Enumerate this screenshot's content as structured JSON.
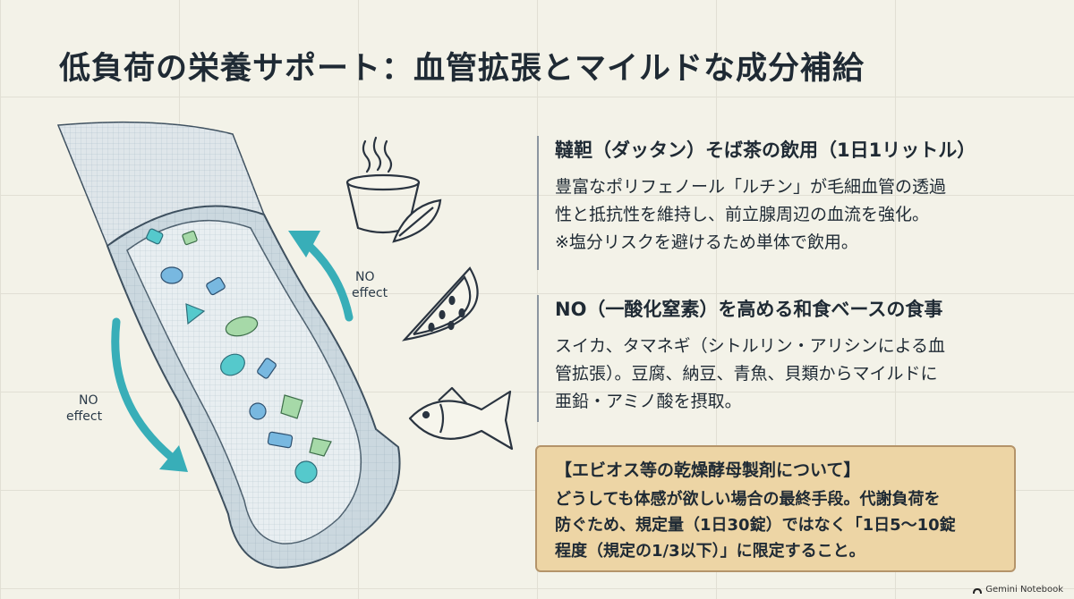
{
  "slide": {
    "title": "低負荷の栄養サポート：血管拡張とマイルドな成分補給"
  },
  "illustration": {
    "arrow_labels": [
      {
        "line1": "NO",
        "line2": "effect"
      },
      {
        "line1": "NO",
        "line2": "effect"
      }
    ],
    "icons": [
      "steaming-cup-icon",
      "leaf-icon",
      "watermelon-slice-icon",
      "fish-icon"
    ],
    "colors": {
      "arrow": "#38aeb8",
      "vessel_wall": "#c8d6de",
      "particle_teal": "#55c9cc",
      "particle_blue": "#78b8e0",
      "particle_green": "#a6d9a8"
    }
  },
  "sections": [
    {
      "heading": "韃靼（ダッタン）そば茶の飲用（1日1リットル）",
      "body": "豊富なポリフェノール「ルチン」が毛細血管の透過\n性と抵抗性を維持し、前立腺周辺の血流を強化。\n※塩分リスクを避けるため単体で飲用。"
    },
    {
      "heading": "NO（一酸化窒素）を高める和食ベースの食事",
      "body": "スイカ、タマネギ（シトルリン・アリシンによる血\n管拡張）。豆腐、納豆、青魚、貝類からマイルドに\n亜鉛・アミノ酸を摂取。"
    }
  ],
  "note": {
    "title": "【エビオス等の乾燥酵母製剤について】",
    "body": "どうしても体感が欲しい場合の最終手段。代謝負荷を\n防ぐため、規定量（1日30錠）ではなく「1日5〜10錠\n程度（規定の1/3以下）」に限定すること。",
    "background_color": "#edd5a5"
  },
  "watermark": {
    "text": "Gemini Notebook",
    "icon": "notebook-logo-icon"
  }
}
